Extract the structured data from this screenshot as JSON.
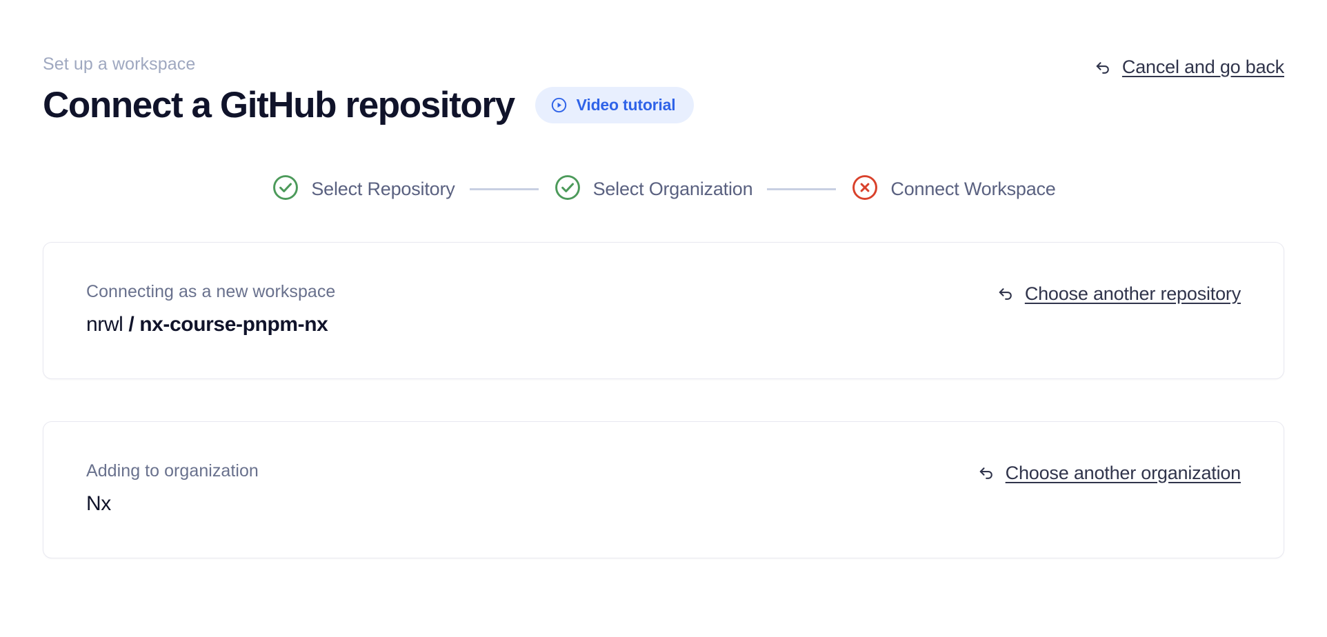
{
  "header": {
    "eyebrow": "Set up a workspace",
    "title": "Connect a GitHub repository",
    "video_badge": {
      "label": "Video tutorial",
      "icon": "play-circle-icon",
      "background": "#e8effe",
      "color": "#2f63e8"
    },
    "cancel": {
      "label": "Cancel and go back",
      "icon": "back-arrow-icon"
    }
  },
  "stepper": {
    "steps": [
      {
        "label": "Select Repository",
        "state": "complete",
        "icon": "check-circle-icon",
        "color": "#4c9a5a"
      },
      {
        "label": "Select Organization",
        "state": "complete",
        "icon": "check-circle-icon",
        "color": "#4c9a5a"
      },
      {
        "label": "Connect Workspace",
        "state": "error",
        "icon": "x-circle-icon",
        "color": "#d9412b"
      }
    ],
    "connector_color": "#c8cfe2"
  },
  "cards": [
    {
      "id": "repository",
      "caption": "Connecting as a new workspace",
      "value_owner": "nrwl",
      "value_separator": " / ",
      "value_name": "nx-course-pnpm-nx",
      "action": {
        "label": "Choose another repository",
        "icon": "back-arrow-icon"
      }
    },
    {
      "id": "organization",
      "caption": "Adding to organization",
      "value_name": "Nx",
      "action": {
        "label": "Choose another organization",
        "icon": "back-arrow-icon"
      }
    }
  ]
}
